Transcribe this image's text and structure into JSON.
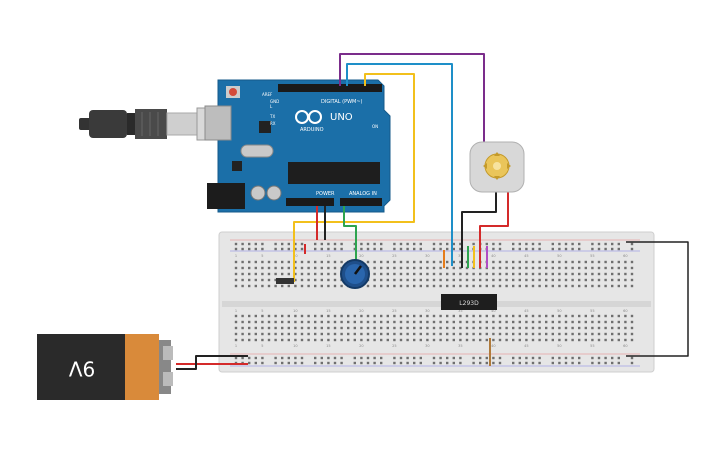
{
  "arduino": {
    "brand_text": "ARDUINO",
    "model_text": "UNO",
    "digital_label": "DIGITAL (PWM~)",
    "power_label": "POWER",
    "analog_label": "ANALOG IN",
    "aref_label": "AREF",
    "gnd_label": "GND",
    "tx_label": "TX",
    "rx_label": "RX",
    "led_label": "L",
    "on_label": "ON"
  },
  "chip": {
    "label": "L293D"
  },
  "battery": {
    "label": "9V"
  },
  "breadboard": {
    "column_numbers": [
      "1",
      "5",
      "10",
      "15",
      "20",
      "25",
      "30",
      "35",
      "40",
      "45",
      "50",
      "55",
      "60"
    ],
    "row_letters_top": [
      "j",
      "i",
      "h",
      "g",
      "f"
    ],
    "row_letters_bottom": [
      "e",
      "d",
      "c",
      "b",
      "a"
    ]
  },
  "colors": {
    "arduino_board": "#1b6fa8",
    "breadboard": "#e8e8e8",
    "wire_purple": "#7b2d8b",
    "wire_blue": "#1e8fc8",
    "wire_yellow": "#f2c01c",
    "wire_red": "#d42a2a",
    "wire_black": "#222222",
    "wire_green": "#2ea44f",
    "wire_orange": "#e57c1b",
    "battery_orange": "#d98a3a",
    "battery_black": "#2a2a2a"
  }
}
